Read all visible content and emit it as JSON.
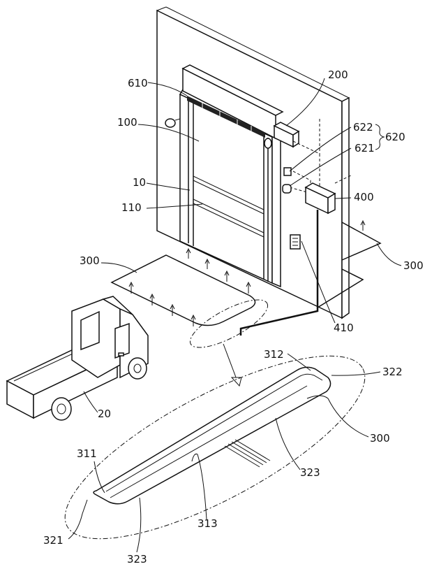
{
  "labels": {
    "l610": "610",
    "l200": "200",
    "l100": "100",
    "l622": "622",
    "l620": "620",
    "l621": "621",
    "l10": "10",
    "l400": "400",
    "l110": "110",
    "l300a": "300",
    "l300b": "300",
    "l410": "410",
    "l312": "312",
    "l322": "322",
    "l20": "20",
    "l300c": "300",
    "l311": "311",
    "l323a": "323",
    "l313": "313",
    "l321": "321",
    "l323b": "323"
  }
}
